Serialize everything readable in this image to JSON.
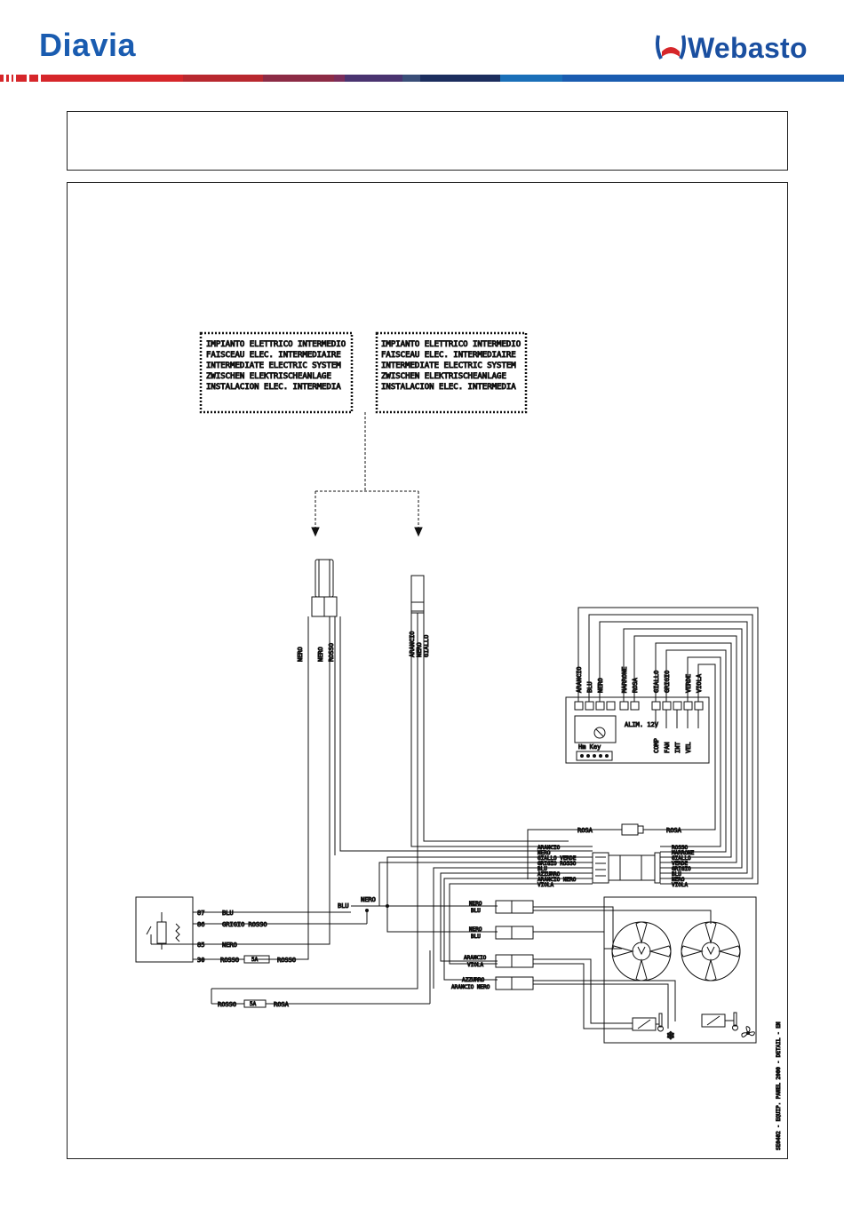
{
  "header": {
    "brand_left": "Diavia",
    "brand_right": "Webasto",
    "brand_color": "#1a5cb0",
    "accent_red": "#d6262a"
  },
  "notes": {
    "left": [
      "IMPIANTO ELETTRICO INTERMEDIO",
      "FAISCEAU ELEC. INTERMEDIAIRE",
      "INTERMEDIATE ELECTRIC SYSTEM",
      "ZWISCHEN ELEKTRISCHEANLAGE",
      "INSTALACION ELEC. INTERMEDIA"
    ],
    "right": [
      "IMPIANTO ELETTRICO INTERMEDIO",
      "FAISCEAU ELEC. INTERMEDIAIRE",
      "INTERMEDIATE ELECTRIC SYSTEM",
      "ZWISCHEN ELEKTRISCHEANLAGE",
      "INSTALACION ELEC. INTERMEDIA"
    ]
  },
  "connector_left_wires": [
    "NERO",
    "NERO",
    "ROSSO"
  ],
  "connector_right_wires": [
    "ARANCIO",
    "NERO",
    "GIALLO"
  ],
  "control_panel": {
    "top_wires": [
      "ARANCIO",
      "BLU",
      "NERO",
      "MARRONE",
      "ROSA",
      "GIALLO",
      "GRIGIO",
      "VERDE",
      "VIOLA"
    ],
    "module_label": "ALIM. 12V",
    "hm_label": "Hm Key",
    "bottom_labels": [
      "COMP",
      "FAN",
      "INT",
      "VEL"
    ]
  },
  "central_connector": {
    "left_wires": [
      "ARANCIO",
      "NERO",
      "GIALLO VERDE",
      "GRIGIO ROSSO",
      "BLU",
      "AZZURRO",
      "ARANCIO NERO",
      "VIOLA"
    ],
    "right_wires": [
      "ROSSO",
      "MARRONE",
      "GIALLO",
      "VERDE",
      "GRIGIO",
      "BLU",
      "NERO",
      "VIOLA"
    ],
    "rosa_top": "ROSA",
    "rosa_right": "ROSA"
  },
  "relay": {
    "pins": [
      "87",
      "86",
      "85",
      "30"
    ],
    "wires": [
      "BLU",
      "GRIGIO ROSSO",
      "NERO",
      "ROSSO"
    ],
    "fuse_label": "5A",
    "out_wire": "ROSSO"
  },
  "bottom_fuse": {
    "left": "ROSSO",
    "fuse": "5A",
    "right": "ROSA"
  },
  "fan_connectors": [
    {
      "a": "NERO",
      "b": "BLU"
    },
    {
      "a": "NERO",
      "b": "BLU"
    },
    {
      "a": "ARANCIO",
      "b": "VIOLA"
    },
    {
      "a": "AZZURRO",
      "b": "ARANCIO NERO"
    }
  ],
  "splice": {
    "a": "NERO",
    "b": "BLU"
  },
  "side_caption": "SE0402 - EQUIP. PANEL 2000 - DETAIL - EN"
}
